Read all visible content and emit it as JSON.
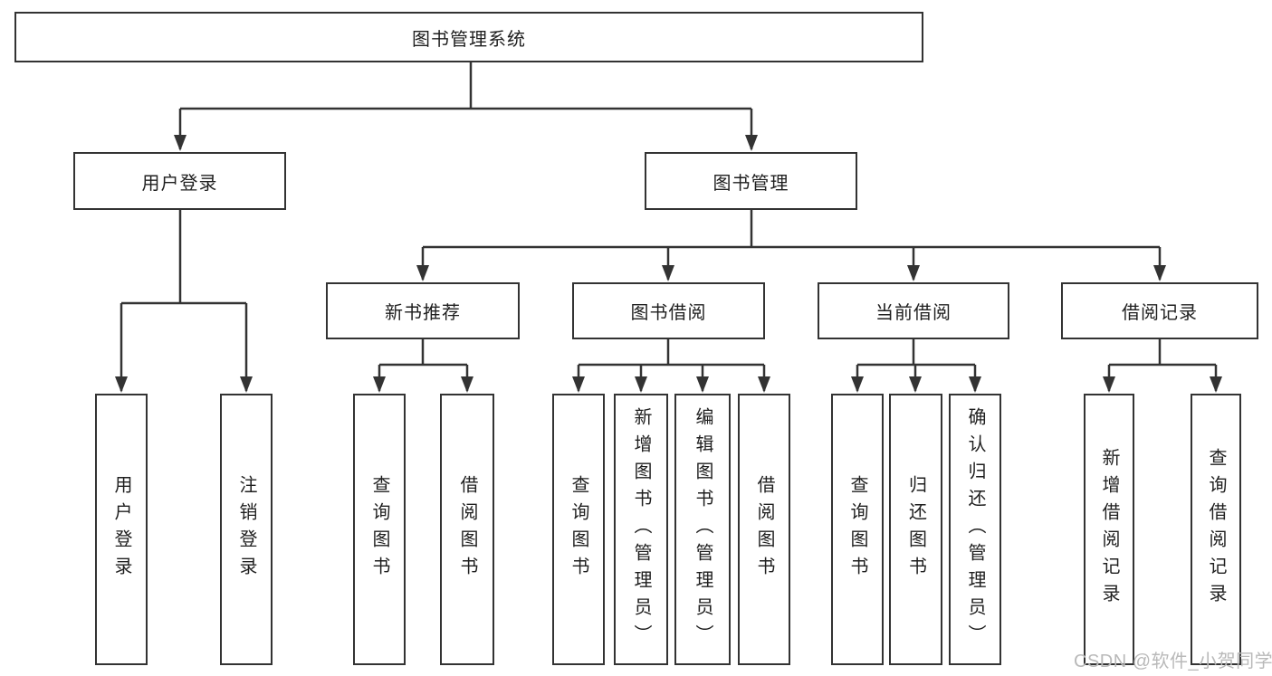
{
  "diagram": {
    "title": "图书管理系统",
    "tree": {
      "label": "图书管理系统",
      "children": [
        {
          "label": "用户登录",
          "children": [
            {
              "label": "用户登录"
            },
            {
              "label": "注销登录"
            }
          ]
        },
        {
          "label": "图书管理",
          "children": [
            {
              "label": "新书推荐",
              "children": [
                {
                  "label": "查询图书"
                },
                {
                  "label": "借阅图书"
                }
              ]
            },
            {
              "label": "图书借阅",
              "children": [
                {
                  "label": "查询图书"
                },
                {
                  "label": "新增图书（管理员）"
                },
                {
                  "label": "编辑图书（管理员）"
                },
                {
                  "label": "借阅图书"
                }
              ]
            },
            {
              "label": "当前借阅",
              "children": [
                {
                  "label": "查询图书"
                },
                {
                  "label": "归还图书"
                },
                {
                  "label": "确认归还（管理员）"
                }
              ]
            },
            {
              "label": "借阅记录",
              "children": [
                {
                  "label": "新增借阅记录"
                },
                {
                  "label": "查询借阅记录"
                }
              ]
            }
          ]
        }
      ]
    },
    "colors": {
      "line": "#333333",
      "box_border": "#333333",
      "box_fill": "#ffffff",
      "text": "#1f1f1f"
    }
  },
  "watermark": {
    "text": "CSDN @软件_小贺同学",
    "color": "#b9b9b9"
  }
}
